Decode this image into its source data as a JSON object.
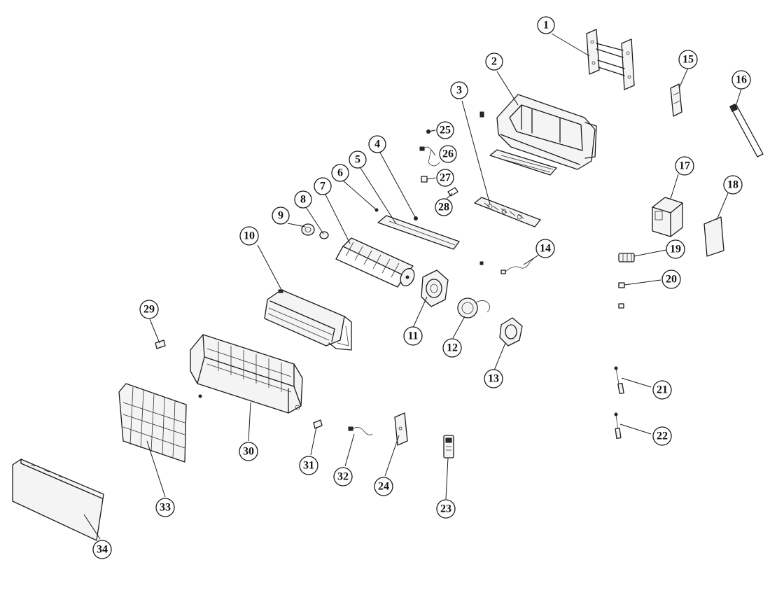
{
  "callouts": [
    {
      "id": "1",
      "label": "1"
    },
    {
      "id": "2",
      "label": "2"
    },
    {
      "id": "3",
      "label": "3"
    },
    {
      "id": "4",
      "label": "4"
    },
    {
      "id": "5",
      "label": "5"
    },
    {
      "id": "6",
      "label": "6"
    },
    {
      "id": "7",
      "label": "7"
    },
    {
      "id": "8",
      "label": "8"
    },
    {
      "id": "9",
      "label": "9"
    },
    {
      "id": "10",
      "label": "10"
    },
    {
      "id": "11",
      "label": "11"
    },
    {
      "id": "12",
      "label": "12"
    },
    {
      "id": "13",
      "label": "13"
    },
    {
      "id": "14",
      "label": "14"
    },
    {
      "id": "15",
      "label": "15"
    },
    {
      "id": "16",
      "label": "16"
    },
    {
      "id": "17",
      "label": "17"
    },
    {
      "id": "18",
      "label": "18"
    },
    {
      "id": "19",
      "label": "19"
    },
    {
      "id": "20",
      "label": "20"
    },
    {
      "id": "21",
      "label": "21"
    },
    {
      "id": "22",
      "label": "22"
    },
    {
      "id": "23",
      "label": "23"
    },
    {
      "id": "24",
      "label": "24"
    },
    {
      "id": "25",
      "label": "25"
    },
    {
      "id": "26",
      "label": "26"
    },
    {
      "id": "27",
      "label": "27"
    },
    {
      "id": "28",
      "label": "28"
    },
    {
      "id": "29",
      "label": "29"
    },
    {
      "id": "30",
      "label": "30"
    },
    {
      "id": "31",
      "label": "31"
    },
    {
      "id": "32",
      "label": "32"
    },
    {
      "id": "33",
      "label": "33"
    },
    {
      "id": "34",
      "label": "34"
    }
  ]
}
